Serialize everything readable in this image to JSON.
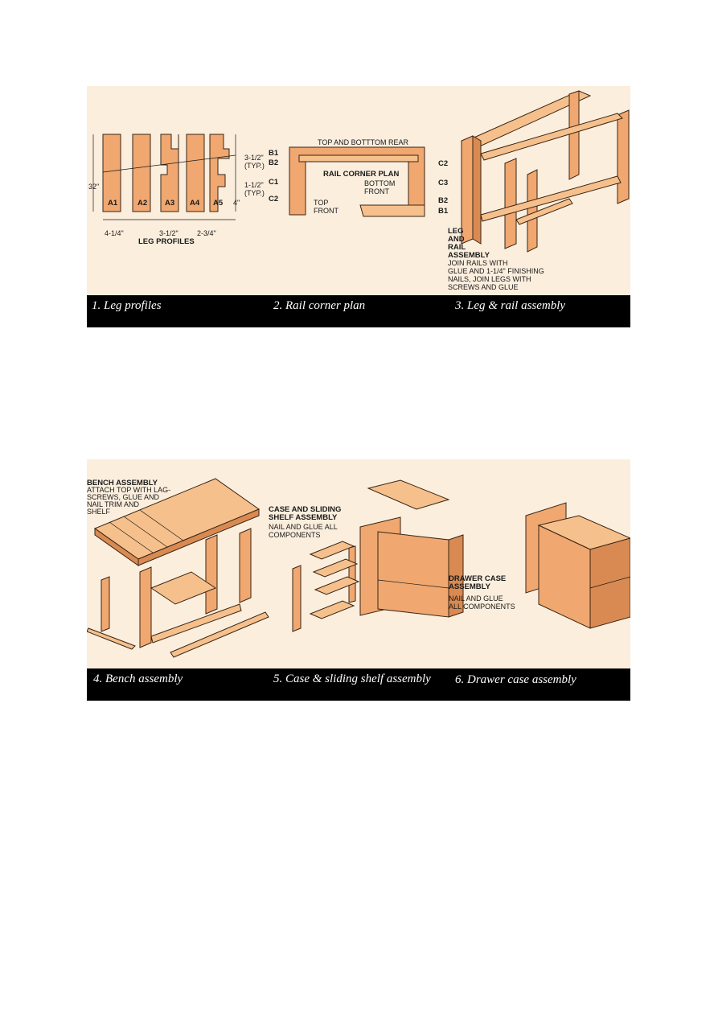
{
  "colors": {
    "background": "#fbeedd",
    "caption_bar": "#000000",
    "wood": "#f0a870",
    "wood_light": "#f6c08c",
    "wood_dark": "#d98a52"
  },
  "top": {
    "leg_profiles": {
      "legs": [
        "A1",
        "A2",
        "A3",
        "A4",
        "A5"
      ],
      "dim_height": "32\"",
      "dim_top": "3-1/2\"",
      "dim_top_typ": "(TYP.)",
      "dim_mid": "1-1/2\"",
      "dim_mid_typ": "(TYP.)",
      "dim_bottom": "4\"",
      "dim_w1": "4-1/4\"",
      "dim_w2": "3-1/2\"",
      "dim_w3": "2-3/4\"",
      "title": "LEG PROFILES"
    },
    "rail_plan": {
      "top_label": "TOP AND BOTTTOM REAR",
      "title": "RAIL CORNER PLAN",
      "bottom_front_1": "BOTTOM",
      "bottom_front_2": "FRONT",
      "top_front_1": "TOP",
      "top_front_2": "FRONT",
      "left": [
        "B1",
        "B2",
        "C1",
        "C2"
      ],
      "right": [
        "C2",
        "C3",
        "B2",
        "B1"
      ]
    },
    "leg_rail": {
      "title_lines": [
        "LEG",
        "AND",
        "RAIL",
        "ASSEMBLY"
      ],
      "note_lines": [
        "JOIN RAILS WITH",
        "GLUE AND 1-1/4\" FINISHING",
        "NAILS, JOIN LEGS WITH",
        "SCREWS AND GLUE"
      ]
    },
    "captions": [
      "1. Leg profiles",
      "2. Rail  corner plan",
      "3. Leg & rail assembly"
    ]
  },
  "bottom": {
    "bench": {
      "title": "BENCH ASSEMBLY",
      "note_lines": [
        "ATTACH TOP WITH LAG-",
        "SCREWS, GLUE AND",
        "NAIL TRIM AND",
        "SHELF"
      ]
    },
    "case": {
      "title_lines": [
        "CASE AND SLIDING",
        "SHELF ASSEMBLY"
      ],
      "note_lines": [
        "NAIL AND GLUE ALL",
        "COMPONENTS"
      ]
    },
    "drawer": {
      "title_lines": [
        "DRAWER CASE",
        "ASSEMBLY"
      ],
      "note_lines": [
        "NAIL AND GLUE",
        "ALL COMPONENTS"
      ]
    },
    "captions": [
      "4. Bench assembly",
      "5. Case & sliding shelf assembly",
      "6. Drawer case assembly"
    ]
  }
}
